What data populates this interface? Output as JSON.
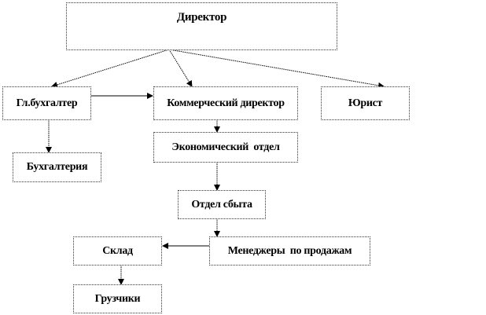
{
  "nodes": {
    "director": "Директор",
    "chief_accountant": "Гл.бухгалтер",
    "commercial_director": "Коммерческий директор",
    "lawyer": "Юрист",
    "accounting": "Бухгалтерия",
    "economic_dept": "Экономический  отдел",
    "sales_dept": "Отдел сбыта",
    "warehouse": "Склад",
    "sales_managers": "Менеджеры  по продажам",
    "loaders": "Грузчики"
  }
}
